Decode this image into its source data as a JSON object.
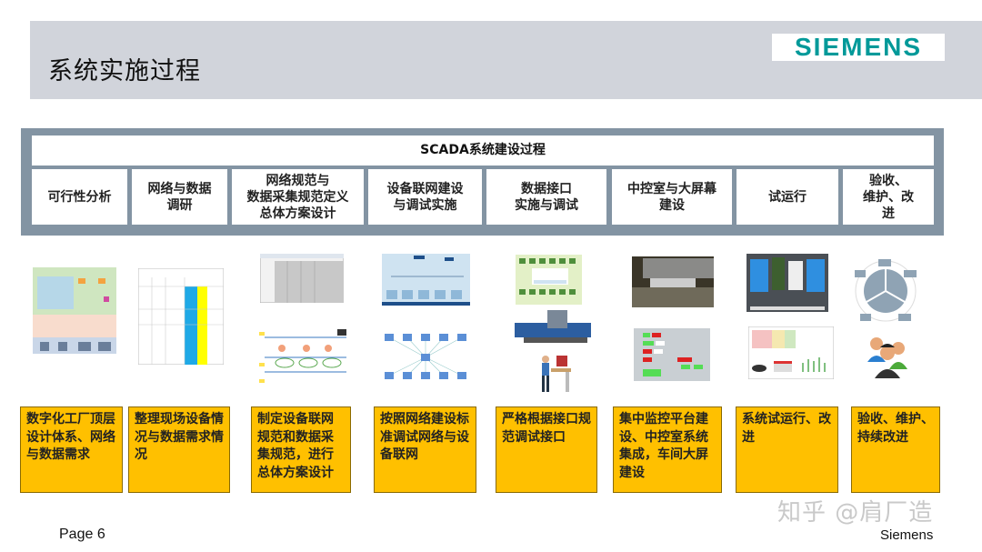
{
  "header": {
    "title": "系统实施过程",
    "logo": "SIEMENS",
    "logo_color": "#009999"
  },
  "process": {
    "title": "SCADA系统建设过程",
    "stages": [
      {
        "label": "可行性分析"
      },
      {
        "label": "网络与数据\n调研"
      },
      {
        "label": "网络规范与\n数据采集规范定义\n总体方案设计"
      },
      {
        "label": "设备联网建设\n与调试实施"
      },
      {
        "label": "数据接口\n实施与调试"
      },
      {
        "label": "中控室与大屏幕\n建设"
      },
      {
        "label": "试运行"
      },
      {
        "label": "验收、\n维护、改\n进"
      }
    ]
  },
  "descriptions": [
    "数字化工厂顶层设计体系、网络与数据需求",
    "整理现场设备情况与数据需求情况",
    "制定设备联网规范和数据采集规范，进行总体方案设计",
    "按照网络建设标准调试网络与设备联网",
    "严格根据接口规范调试接口",
    "集中监控平台建设、中控室系统集成，车间大屏建设",
    "系统试运行、改进",
    "验收、维护、持续改进"
  ],
  "images": [
    "digital-factory-architecture-diagram",
    "data-survey-spreadsheet",
    "data-spec-spreadsheet",
    "network-topology-diagram",
    "scada-hmi-screen",
    "network-star-topology",
    "plant-layout-hmi",
    "machine-tool-photo",
    "operator-at-workstation",
    "control-room-photo",
    "monitoring-status-screen",
    "trial-run-dashboard",
    "analytics-report",
    "maintenance-cycle-diagram",
    "team-people-icon"
  ],
  "footer": {
    "page": "Page 6",
    "company": "Siemens",
    "watermark": "知乎 @肩厂造"
  },
  "colors": {
    "frame": "#8394a3",
    "highlight": "#ffc000",
    "header_band": "#d1d4db"
  }
}
